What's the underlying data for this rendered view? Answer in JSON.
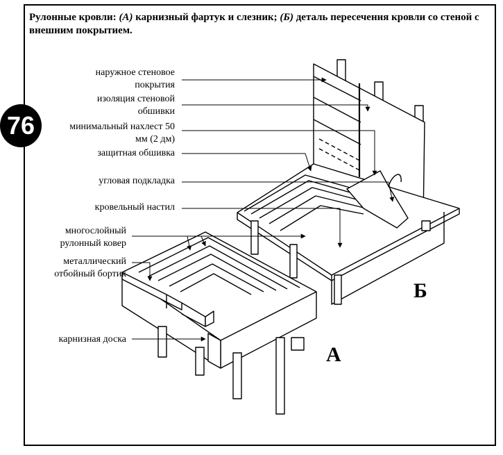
{
  "badge": {
    "number": "76"
  },
  "title": {
    "prefix": "Рулонные кровли:",
    "part_a": "(А)",
    "text_a": "карнизный фартук и слезник;",
    "part_b": "(Б)",
    "text_b": "деталь пересечения кровли со стеной с внешним покрытием."
  },
  "labels": {
    "wall_cover": [
      "наружное стеновое",
      "покрытия"
    ],
    "sheathing_insulation": [
      "изоляция стеновой",
      "обшивки"
    ],
    "min_overlap": [
      "минимальный нахлест 50",
      "мм (2 дм)"
    ],
    "protective_sheathing": "защитная обшивка",
    "corner_pad": "угловая подкладка",
    "roof_deck": "кровельный настил",
    "multilayer": [
      "многослойный",
      "рулонный ковер"
    ],
    "metal_edge": [
      "металлический",
      "отбойный бортик"
    ],
    "fascia_board": "карнизная доска"
  },
  "parts": {
    "a": "А",
    "b": "Б"
  }
}
